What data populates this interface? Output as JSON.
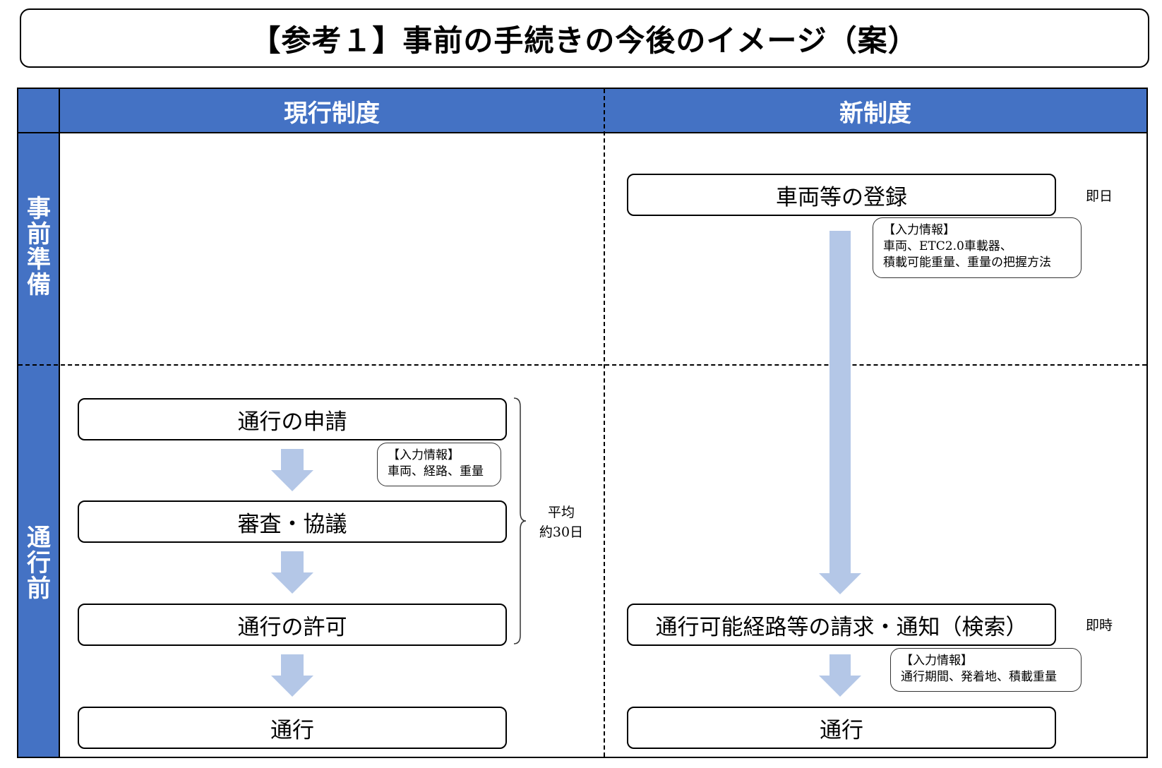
{
  "title": "【参考１】事前の手続きの今後のイメージ（案）",
  "headers": {
    "current": "現行制度",
    "new": "新制度"
  },
  "rows": {
    "prep": "事前準備",
    "before": "通行前"
  },
  "current": {
    "steps": [
      "通行の申請",
      "審査・協議",
      "通行の許可",
      "通行"
    ],
    "info": [
      "【入力情報】",
      "車両、経路、重量"
    ],
    "duration": [
      "平均",
      "約30日"
    ]
  },
  "new": {
    "register": "車両等の登録",
    "register_timing": "即日",
    "register_info": [
      "【入力情報】",
      "車両、ETC2.0車載器、",
      "積載可能重量、重量の把握方法"
    ],
    "request": "通行可能経路等の請求・通知（検索）",
    "request_timing": "即時",
    "request_info": [
      "【入力情報】",
      "通行期間、発着地、積載重量"
    ],
    "pass": "通行"
  },
  "colors": {
    "header_bg": "#4472c4",
    "arrow": "#b4c7e7"
  }
}
